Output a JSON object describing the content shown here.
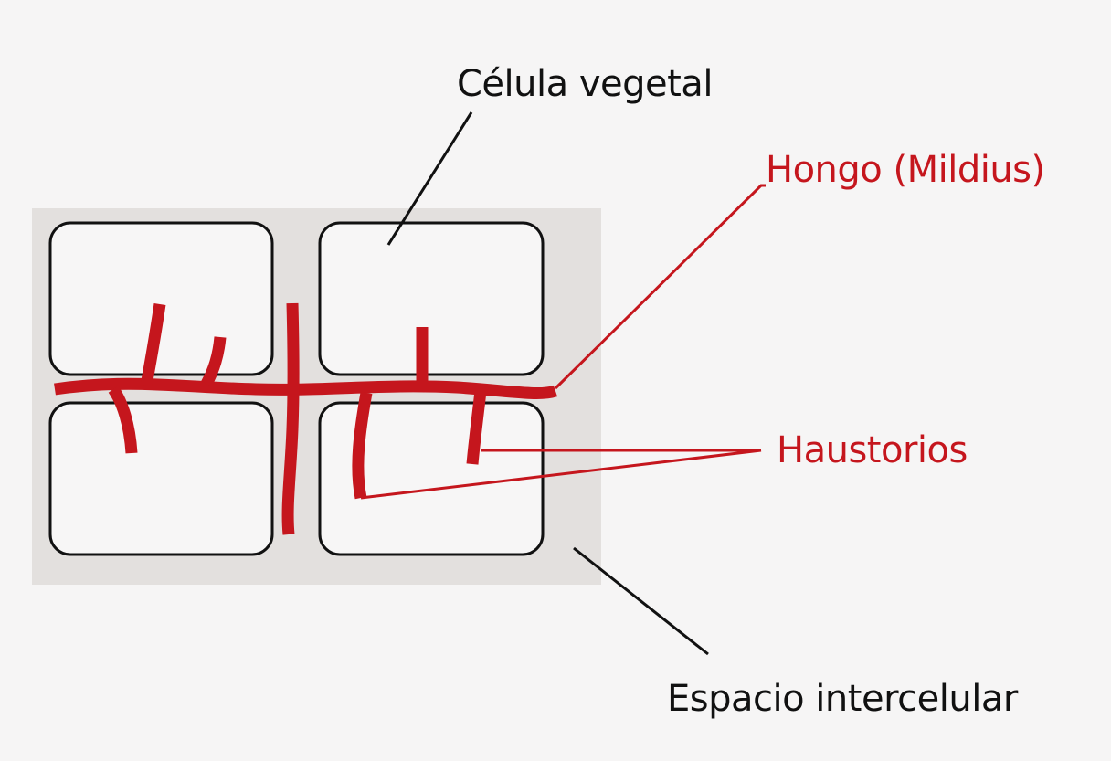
{
  "labels": {
    "plant_cell": "Célula vegetal",
    "fungus": "Hongo (Mildius)",
    "haustoria": "Haustorios",
    "intercellular_space": "Espacio intercelular"
  },
  "colors": {
    "background": "#f6f5f5",
    "tissue": "#e3e0de",
    "cell_fill": "#f7f6f6",
    "cell_outline": "#111111",
    "fungus": "#c5161d",
    "black_text": "#111111",
    "red_text": "#c5161d"
  }
}
